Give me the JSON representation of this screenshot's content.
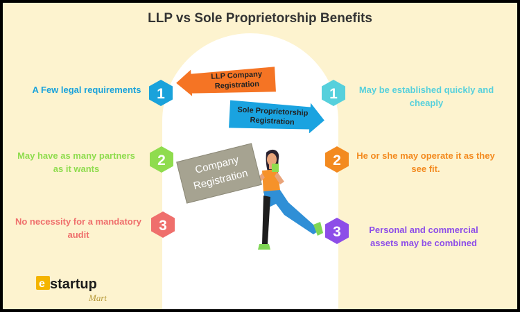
{
  "title": "LLP vs Sole Proprietorship Benefits",
  "left": [
    {
      "text": "A Few legal requirements",
      "num": "1",
      "color": "#1aa2db"
    },
    {
      "text": "May have as many partners as it wants",
      "num": "2",
      "color": "#8fdc4e"
    },
    {
      "text": "No necessity for a mandatory audit",
      "num": "3",
      "color": "#ef6f6c"
    }
  ],
  "right": [
    {
      "text": "May be established quickly and cheaply",
      "num": "1",
      "color": "#56d0dc"
    },
    {
      "text": "He or she may operate it as they see fit.",
      "num": "2",
      "color": "#f38a1f"
    },
    {
      "text": "Personal and commercial assets may be combined",
      "num": "3",
      "color": "#8d4de8"
    }
  ],
  "arrows": {
    "llp": "LLP Company Registration",
    "sole": "Sole Proprietorship Registration"
  },
  "sign": "Company Registration",
  "logo": {
    "brand": "startup",
    "sub": "Mart"
  },
  "colors": {
    "llp_arrow": "#f57424",
    "sole_arrow": "#1aa3e0",
    "sign": "#a6a391"
  }
}
